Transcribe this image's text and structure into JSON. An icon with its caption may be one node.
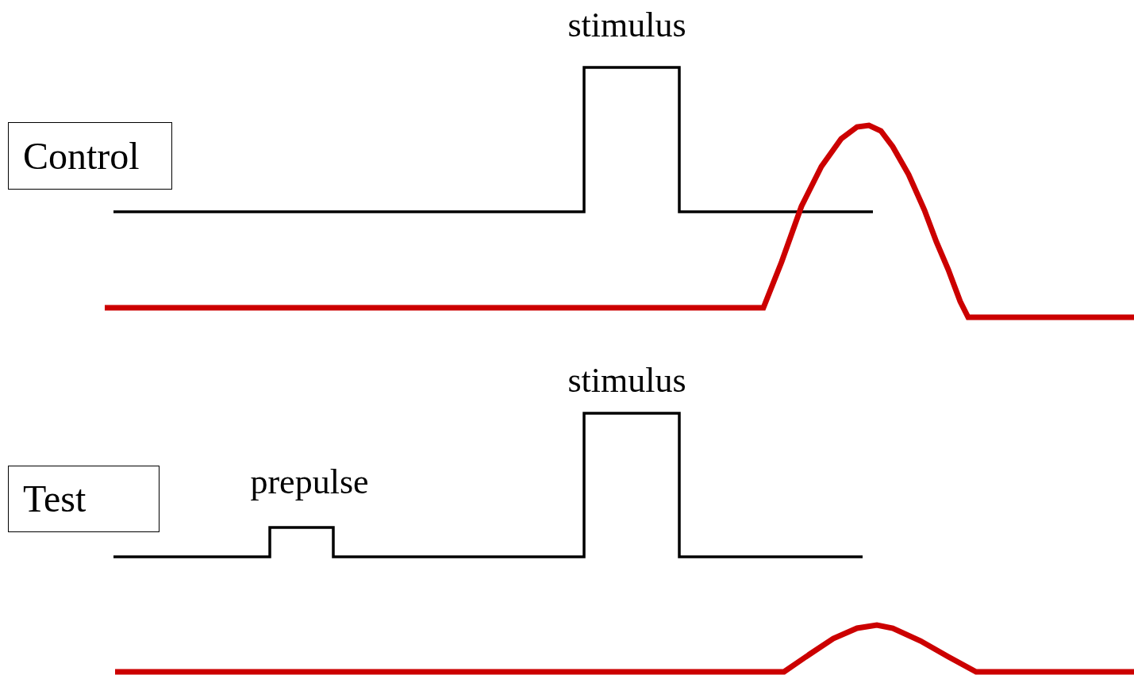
{
  "diagram": {
    "nodes": [
      {
        "text": [
          "Control"
        ]
      },
      {
        "text": [
          "Test"
        ]
      }
    ],
    "labels": [
      "stimulus",
      "stimulus",
      "prepulse"
    ]
  }
}
